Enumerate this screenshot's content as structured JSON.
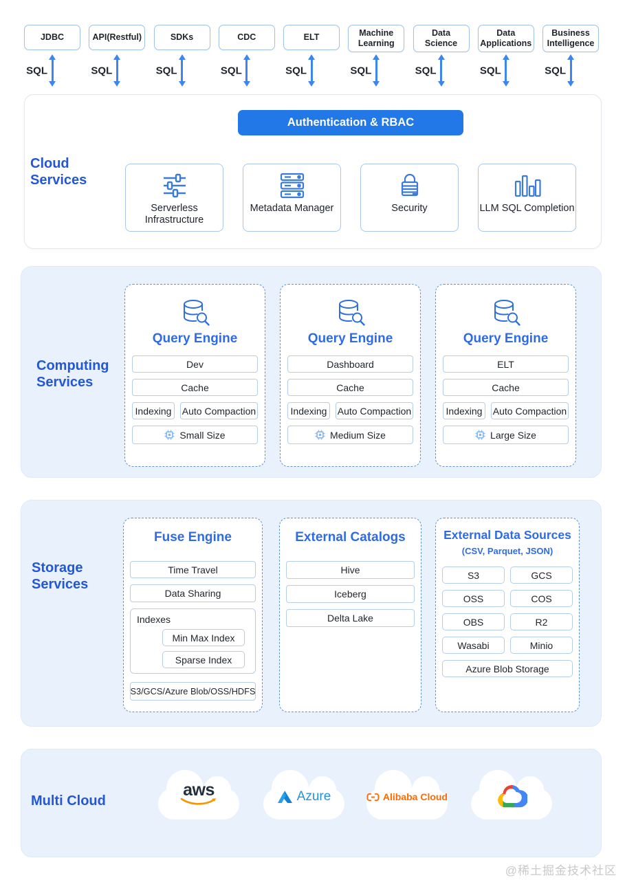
{
  "colors": {
    "accent_blue": "#2457d4",
    "card_title_blue": "#2e6be4",
    "button_blue": "#2278e7",
    "arrow_blue": "#3c86ee",
    "panel_bg": "#e9f1fc",
    "dashed_border": "#5c92d8",
    "item_border": "#b5cde9",
    "aws_swoosh_orange": "#f79400",
    "alibaba_orange": "#ff6a00",
    "azure_blue": "#2693d6"
  },
  "top_row": {
    "arrow_label": "SQL",
    "items": [
      {
        "label": "JDBC"
      },
      {
        "label": "API(Restful)"
      },
      {
        "label": "SDKs"
      },
      {
        "label": "CDC"
      },
      {
        "label": "ELT"
      },
      {
        "label": "Machine Learning"
      },
      {
        "label": "Data Science"
      },
      {
        "label": "Data Applications"
      },
      {
        "label": "Business Intelligence"
      }
    ]
  },
  "cloud_services": {
    "label": "Cloud Services",
    "auth_button": "Authentication & RBAC",
    "cards": [
      {
        "label": "Serverless Infrastructure",
        "icon": "sliders-icon"
      },
      {
        "label": "Metadata Manager",
        "icon": "server-stack-icon"
      },
      {
        "label": "Security",
        "icon": "lock-icon"
      },
      {
        "label": "LLM SQL Completion",
        "icon": "bar-chart-icon"
      }
    ]
  },
  "computing_services": {
    "label": "Computing Services",
    "engines": [
      {
        "title": "Query Engine",
        "icon": "database-search-icon",
        "workload": "Dev",
        "cache": "Cache",
        "indexing": "Indexing",
        "auto_compaction": "Auto Compaction",
        "size": "Small Size",
        "size_icon": "chip-icon"
      },
      {
        "title": "Query Engine",
        "icon": "database-search-icon",
        "workload": "Dashboard",
        "cache": "Cache",
        "indexing": "Indexing",
        "auto_compaction": "Auto Compaction",
        "size": "Medium Size",
        "size_icon": "chip-icon"
      },
      {
        "title": "Query Engine",
        "icon": "database-search-icon",
        "workload": "ELT",
        "cache": "Cache",
        "indexing": "Indexing",
        "auto_compaction": "Auto Compaction",
        "size": "Large Size",
        "size_icon": "chip-icon"
      }
    ]
  },
  "storage_services": {
    "label": "Storage Services",
    "fuse_engine": {
      "title": "Fuse Engine",
      "items": [
        "Time Travel",
        "Data Sharing"
      ],
      "indexes_group": {
        "label": "Indexes",
        "items": [
          "Min Max Index",
          "Sparse Index"
        ]
      },
      "backends": "S3/GCS/Azure Blob/OSS/HDFS"
    },
    "external_catalogs": {
      "title": "External Catalogs",
      "items": [
        "Hive",
        "Iceberg",
        "Delta Lake"
      ]
    },
    "external_data_sources": {
      "title": "External Data Sources",
      "subtitle": "(CSV, Parquet, JSON)",
      "grid": [
        [
          "S3",
          "GCS"
        ],
        [
          "OSS",
          "COS"
        ],
        [
          "OBS",
          "R2"
        ],
        [
          "Wasabi",
          "Minio"
        ]
      ],
      "full_width": "Azure Blob Storage"
    }
  },
  "multi_cloud": {
    "label": "Multi Cloud",
    "providers": [
      {
        "name": "AWS",
        "label": "aws",
        "icon": "aws-logo"
      },
      {
        "name": "Azure",
        "label": "Azure",
        "icon": "azure-logo"
      },
      {
        "name": "Alibaba Cloud",
        "label": "Alibaba Cloud",
        "icon": "alibaba-cloud-logo"
      },
      {
        "name": "Google Cloud",
        "label": "",
        "icon": "google-cloud-logo"
      }
    ]
  },
  "watermark": "@稀土掘金技术社区"
}
